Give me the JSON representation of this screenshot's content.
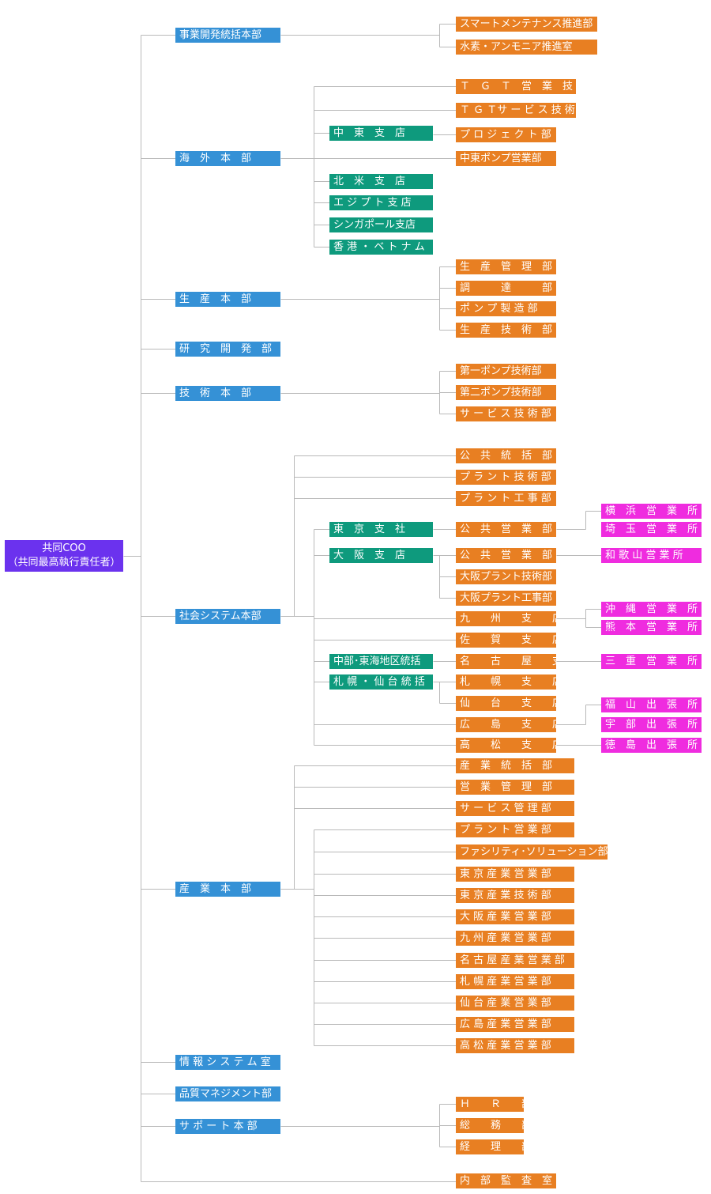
{
  "colors": {
    "executive": "#6b32ee",
    "division": "#3591d6",
    "branch": "#0e9a7d",
    "department": "#e87f22",
    "office": "#ef2cdf",
    "line": "#b9b9b9"
  },
  "root": {
    "line1": "共同COO",
    "line2": "（共同最高執行責任者）"
  },
  "divisions": {
    "jigyo_kaihatsu": "事業開発統括本部",
    "kaigai": "海　外　本　部",
    "seisan": "生　産　本　部",
    "kenkyu": "研　究　開　発　部",
    "gijutsu": "技　術　本　部",
    "shakai": "社会システム本部",
    "sangyo": "産　業　本　部",
    "joho": "情 報 シ ス テ ム 室",
    "hinshitsu": "品質マネジメント部",
    "support": "サ ポ ー ト 本 部"
  },
  "branches": {
    "chuto": "中　東　支　店",
    "hokubei": "北　米　支　店",
    "egypt": "エ ジ プ ト 支 店",
    "singapore": "シンガポール支店",
    "hongkong": "香 港 ・ ベ ト ナ ム",
    "tokyo": "東　京　支　社",
    "osaka": "大　阪　支　店",
    "chubu": "中部･東海地区統括",
    "sapporo": "札 幌 ・ 仙 台 統 括"
  },
  "departments": {
    "smart": "スマートメンテナンス推進部",
    "suiso": "水素・アンモニア推進室",
    "tgt_eigyo": "Ｔ　Ｇ　Ｔ　営　業　技　術",
    "tgt_service": "Ｔ Ｇ Ｔサ ー ビ ス 技 術",
    "project": "プ ロ ジ ェ ク ト 部",
    "chuto_pump": "中東ポンプ営業部",
    "seisan_kanri": "生　産　管　理　部",
    "chotatsu": "調　　　達　　　部",
    "pump_seizo": "ポ ン プ 製 造 部",
    "seisan_gijutsu": "生　産　技　術　部",
    "pump1": "第一ポンプ技術部",
    "pump2": "第二ポンプ技術部",
    "service_gijutsu": "サ ー ビ ス 技 術 部",
    "kokyo_tokatsu": "公　共　統　括　部",
    "plant_gijutsu": "プ ラ ン ト 技 術 部",
    "plant_koji": "プ ラ ン ト 工 事 部",
    "tokyo_kokyo": "公　共　営　業　部",
    "osaka_kokyo": "公　共　営　業　部",
    "osaka_plant_gijutsu": "大阪プラント技術部",
    "osaka_plant_koji": "大阪プラント工事部",
    "kyushu": "九　　州　　支　　店",
    "saga": "佐　　賀　　支　　店",
    "nagoya": "名　　古　　屋　　支　　店",
    "sapporo_shiten": "札　　幌　　支　　店",
    "sendai": "仙　　台　　支　　店",
    "hiroshima": "広　　島　　支　　店",
    "takamatsu": "高　　松　　支　　店",
    "sangyo_tokatsu": "産　業　統　括　部",
    "eigyo_kanri": "営　業　管　理　部",
    "service_kanri": "サ ー ビ ス 管 理 部",
    "plant_eigyo": "プ ラ ン ト 営 業 部",
    "facility": "ファシリティ･ソリューション部",
    "tokyo_sangyo_eigyo": "東 京 産 業 営 業 部",
    "tokyo_sangyo_gijutsu": "東 京 産 業 技 術 部",
    "osaka_sangyo_eigyo": "大 阪 産 業 営 業 部",
    "kyushu_sangyo_eigyo": "九 州 産 業 営 業 部",
    "nagoya_sangyo_eigyo": "名 古 屋 産 業 営 業 部",
    "sapporo_sangyo_eigyo": "札 幌 産 業 営 業 部",
    "sendai_sangyo_eigyo": "仙 台 産 業 営 業 部",
    "hiroshima_sangyo_eigyo": "広 島 産 業 営 業 部",
    "takamatsu_sangyo_eigyo": "高 松 産 業 営 業 部",
    "hr": "Ｈ　　Ｒ　　部",
    "somu": "総　　務　　部",
    "keiri": "経　　理　　部",
    "naibu_kansa": "内　部　監　査　室"
  },
  "offices": {
    "yokohama": "横　浜　営　業　所",
    "saitama": "埼　玉　営　業　所",
    "wakayama": "和 歌 山 営 業 所",
    "okinawa": "沖　縄　営　業　所",
    "kumamoto": "熊　本　営　業　所",
    "mie": "三　重　営　業　所",
    "fukuyama": "福　山　出　張　所",
    "ube": "宇　部　出　張　所",
    "tokushima": "徳　島　出　張　所"
  }
}
